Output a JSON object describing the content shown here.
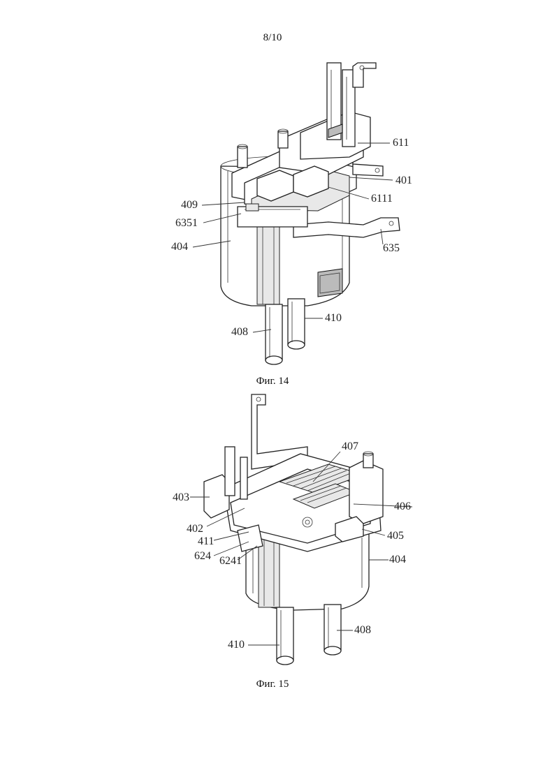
{
  "page_number": "8/10",
  "figures": [
    {
      "caption": "Фиг. 14",
      "labels": [
        "611",
        "401",
        "6111",
        "409",
        "6351",
        "404",
        "635",
        "410",
        "408"
      ]
    },
    {
      "caption": "Фиг. 15",
      "labels": [
        "407",
        "403",
        "406",
        "402",
        "405",
        "411",
        "624",
        "6241",
        "404",
        "410",
        "408"
      ]
    }
  ]
}
